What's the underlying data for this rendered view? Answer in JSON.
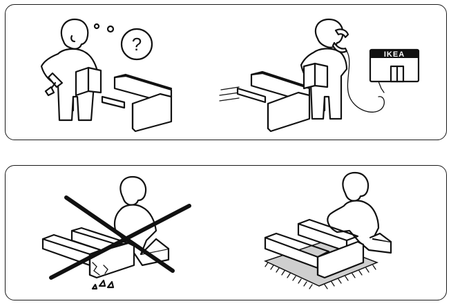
{
  "scenes": {
    "top": {
      "left": {
        "thought_symbol": "?"
      },
      "right": {
        "store_sign": "IKEA"
      }
    },
    "bottom": {
      "left": {
        "status": "wrong"
      },
      "right": {
        "status": "right"
      }
    }
  },
  "icons": [
    "question-mark-icon",
    "hammer-icon",
    "phone-icon",
    "store-building-icon",
    "cross-out-icon"
  ],
  "colors": {
    "line": "#111111",
    "background": "#ffffff",
    "rug": "#cfcfcf"
  }
}
